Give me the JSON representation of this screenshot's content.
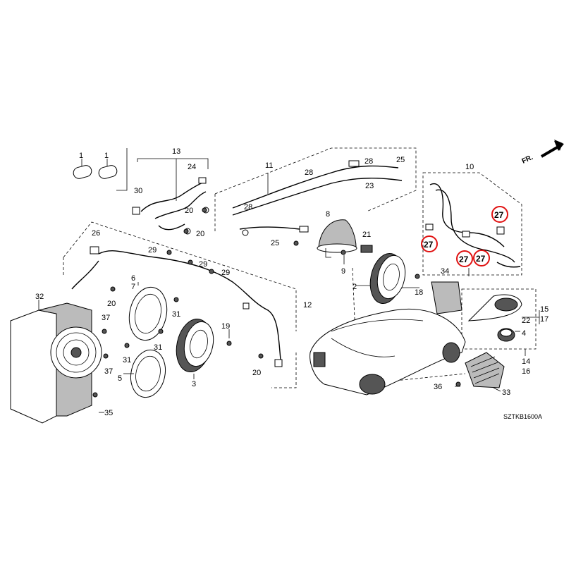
{
  "diagram": {
    "direction_label": "FR.",
    "drawing_code": "SZTKB1600A",
    "highlight_color": "#e01010",
    "callouts": {
      "c1a": "1",
      "c1b": "1",
      "c2": "2",
      "c3": "3",
      "c4": "4",
      "c5": "5",
      "c6": "6",
      "c7": "7",
      "c8": "8",
      "c9": "9",
      "c10": "10",
      "c11": "11",
      "c12": "12",
      "c13": "13",
      "c14": "14",
      "c15": "15",
      "c16": "16",
      "c17": "17",
      "c18": "18",
      "c19": "19",
      "c20a": "20",
      "c20b": "20",
      "c20c": "20",
      "c20d": "20",
      "c21": "21",
      "c22": "22",
      "c23": "23",
      "c24": "24",
      "c25a": "25",
      "c25b": "25",
      "c26": "26",
      "c27a": "27",
      "c27b": "27",
      "c27c": "27",
      "c27d": "27",
      "c28a": "28",
      "c28b": "28",
      "c28c": "28",
      "c29a": "29",
      "c29b": "29",
      "c29c": "29",
      "c30": "30",
      "c31a": "31",
      "c31b": "31",
      "c31c": "31",
      "c32": "32",
      "c33": "33",
      "c34": "34",
      "c35": "35",
      "c36": "36",
      "c37a": "37",
      "c37b": "37"
    }
  }
}
